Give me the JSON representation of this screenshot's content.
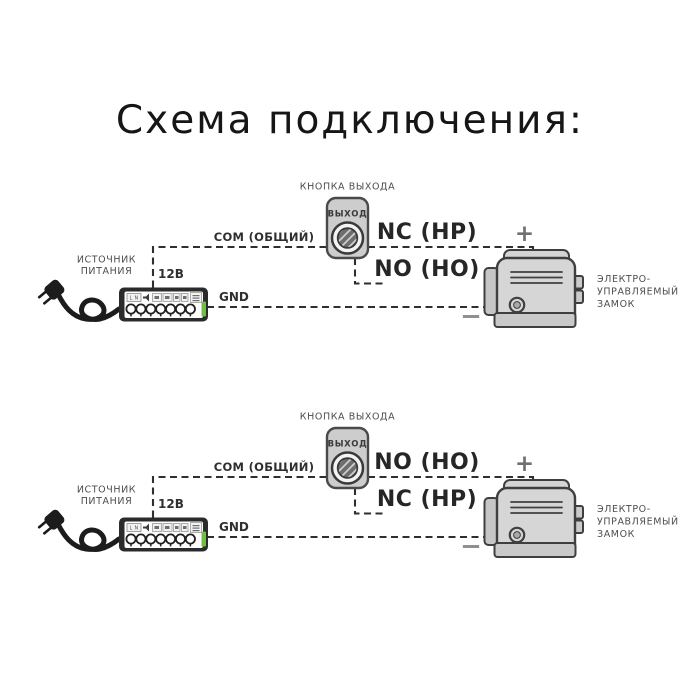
{
  "title": "Схема подключения:",
  "colors": {
    "wire_line": "#2f2f2f",
    "label_gray": "#4d4d4d",
    "device_fill": "#d4d4d4",
    "device_stroke": "#3f3f3f",
    "psu_led_green": "#6fbe45",
    "plus_gray": "#707070",
    "minus_gray": "#909090"
  },
  "shared": {
    "psu_marking": "L N"
  },
  "diagrams": [
    {
      "psu_label_1": "ИСТОЧНИК",
      "psu_label_2": "ПИТАНИЯ",
      "v12_label": "12В",
      "com_label": "COM (ОБЩИЙ)",
      "gnd_label": "GND",
      "button_caption": "КНОПКА ВЫХОДА",
      "button_face": "ВЫХОД",
      "main_contact_label": "NC (НР)",
      "stub_contact_label": "NO (НО)",
      "plus_label": "+",
      "minus_label": "−",
      "lock_label_1": "ЭЛЕКТРО-",
      "lock_label_2": "УПРАВЛЯЕМЫЙ",
      "lock_label_3": "ЗАМОК"
    },
    {
      "psu_label_1": "ИСТОЧНИК",
      "psu_label_2": "ПИТАНИЯ",
      "v12_label": "12В",
      "com_label": "COM (ОБЩИЙ)",
      "gnd_label": "GND",
      "button_caption": "КНОПКА ВЫХОДА",
      "button_face": "ВЫХОД",
      "main_contact_label": "NO (НО)",
      "stub_contact_label": "NC (НР)",
      "plus_label": "+",
      "minus_label": "−",
      "lock_label_1": "ЭЛЕКТРО-",
      "lock_label_2": "УПРАВЛЯЕМЫЙ",
      "lock_label_3": "ЗАМОК"
    }
  ]
}
